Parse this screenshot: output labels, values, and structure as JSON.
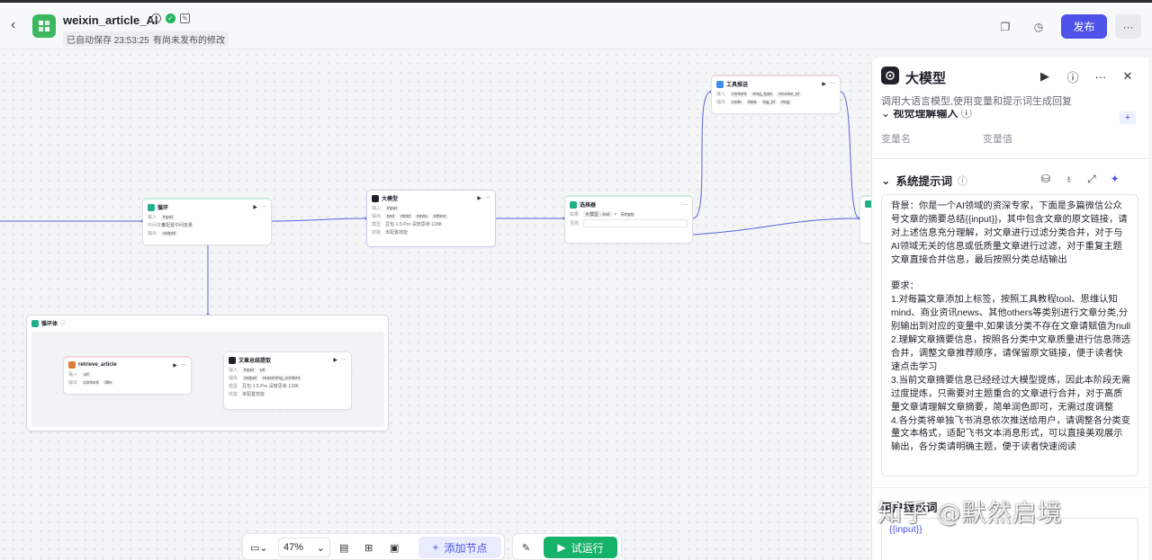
{
  "header": {
    "title": "weixin_article_AI",
    "autosave": "已自动保存 23:53:25",
    "unpublished": "有尚未发布的修改",
    "publish_label": "发布",
    "more_label": "···"
  },
  "colors": {
    "accent": "#4d53e8",
    "run": "#17b26a",
    "logo": "#3db75e"
  },
  "canvas": {
    "nodes": {
      "loop": {
        "title": "循环",
        "in_label": "输入",
        "in_tag": "input",
        "mid_label": "中间变量",
        "mid_text": "未配置中间变量",
        "out_label": "输出",
        "out_tag": "output"
      },
      "llm": {
        "title": "大模型",
        "in_label": "输入",
        "in_tag": "input",
        "out_label": "输出",
        "out_tags": [
          "tool",
          "mind",
          "news",
          "others"
        ],
        "model_label": "模型",
        "model": "豆包·1.5·Pro·深度思考·128K",
        "skill_label": "技能",
        "skill": "未配置技能"
      },
      "selector": {
        "title": "选择器",
        "cond_label": "如果",
        "cond_left": "大模型 - tool",
        "cond_op": "≠",
        "cond_right": "Empty",
        "else_label": "否则"
      },
      "push": {
        "title": "工具推送",
        "in_label": "输入",
        "in_tags": [
          "content",
          "msg_type",
          "receive_id"
        ],
        "out_label": "输出",
        "out_tags": [
          "code",
          "data",
          "log_id",
          "msg"
        ]
      },
      "loopbody": {
        "title": "循环体"
      },
      "retrieve": {
        "title": "retrieve_article",
        "in_label": "输入",
        "in_tag": "url",
        "out_label": "输出",
        "out_tags": [
          "content",
          "title"
        ]
      },
      "summary": {
        "title": "文章总结提取",
        "in_label": "输入",
        "in_tags": [
          "input",
          "url"
        ],
        "out_label": "输出",
        "out_tags": [
          "output",
          "reasoning_content"
        ],
        "model_label": "模型",
        "model": "豆包·1.5·Pro·深度思考·128K",
        "skill_label": "技能",
        "skill": "未配置技能"
      }
    }
  },
  "panel": {
    "title": "大模型",
    "description": "调用大语言模型,使用变量和提示词生成回复",
    "visual_section": "视觉理解输入",
    "var_name": "变量名",
    "var_value": "变量值",
    "system_prompt_title": "系统提示词",
    "system_prompt": "背景：你是一个AI领域的资深专家，下面是多篇微信公众号文章的摘要总结{{input}}，其中包含文章的原文链接，请对上述信息充分理解，对文章进行过滤分类合并，对于与AI领域无关的信息或低质量文章进行过滤，对于重复主题文章直接合并信息，最后按照分类总结输出\n\n要求：\n1.对每篇文章添加上标签，按照工具教程tool、思维认知mind、商业资讯news、其他others等类别进行文章分类,分别输出到对应的变量中,如果该分类不存在文章请赋值为null\n2.理解文章摘要信息，按照各分类中文章质量进行信息筛选合并，调整文章推荐顺序，请保留原文链接，便于读者快速点击学习\n3.当前文章摘要信息已经经过大模型提炼，因此本阶段无需过度提炼，只需要对主题重合的文章进行合并，对于高质量文章请理解文章摘要，简单润色即可，无需过度调整\n4.各分类将单独飞书消息依次推送给用户，请调整各分类变量文本格式，适配飞书文本消息形式，可以直接美观展示输出，各分类请明确主题，便于读者快速阅读",
    "user_prompt_title": "用户提示词",
    "user_prompt": "{{input}}"
  },
  "toolbar": {
    "zoom": "47%",
    "add_node": "添加节点",
    "run": "试运行"
  },
  "watermark": "知乎 @默然启境"
}
